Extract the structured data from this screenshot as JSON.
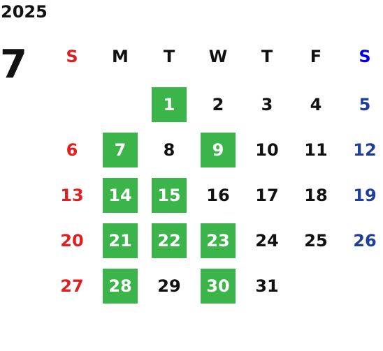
{
  "calendar": {
    "year": "2025",
    "month": "7",
    "colors": {
      "sunday": "#e02020",
      "saturday": "#1f3f99",
      "saturday_header": "#0000ee",
      "weekday": "#111111",
      "highlight": "#3bb54a",
      "highlight_text": "#ffffff"
    },
    "weekdays": [
      "S",
      "M",
      "T",
      "W",
      "T",
      "F",
      "S"
    ],
    "weeks": [
      [
        "",
        "",
        "1",
        "2",
        "3",
        "4",
        "5"
      ],
      [
        "6",
        "7",
        "8",
        "9",
        "10",
        "11",
        "12"
      ],
      [
        "13",
        "14",
        "15",
        "16",
        "17",
        "18",
        "19"
      ],
      [
        "20",
        "21",
        "22",
        "23",
        "24",
        "25",
        "26"
      ],
      [
        "27",
        "28",
        "29",
        "30",
        "31",
        "",
        ""
      ]
    ],
    "highlighted_days": [
      "1",
      "7",
      "9",
      "14",
      "15",
      "21",
      "22",
      "23",
      "28",
      "30"
    ]
  }
}
